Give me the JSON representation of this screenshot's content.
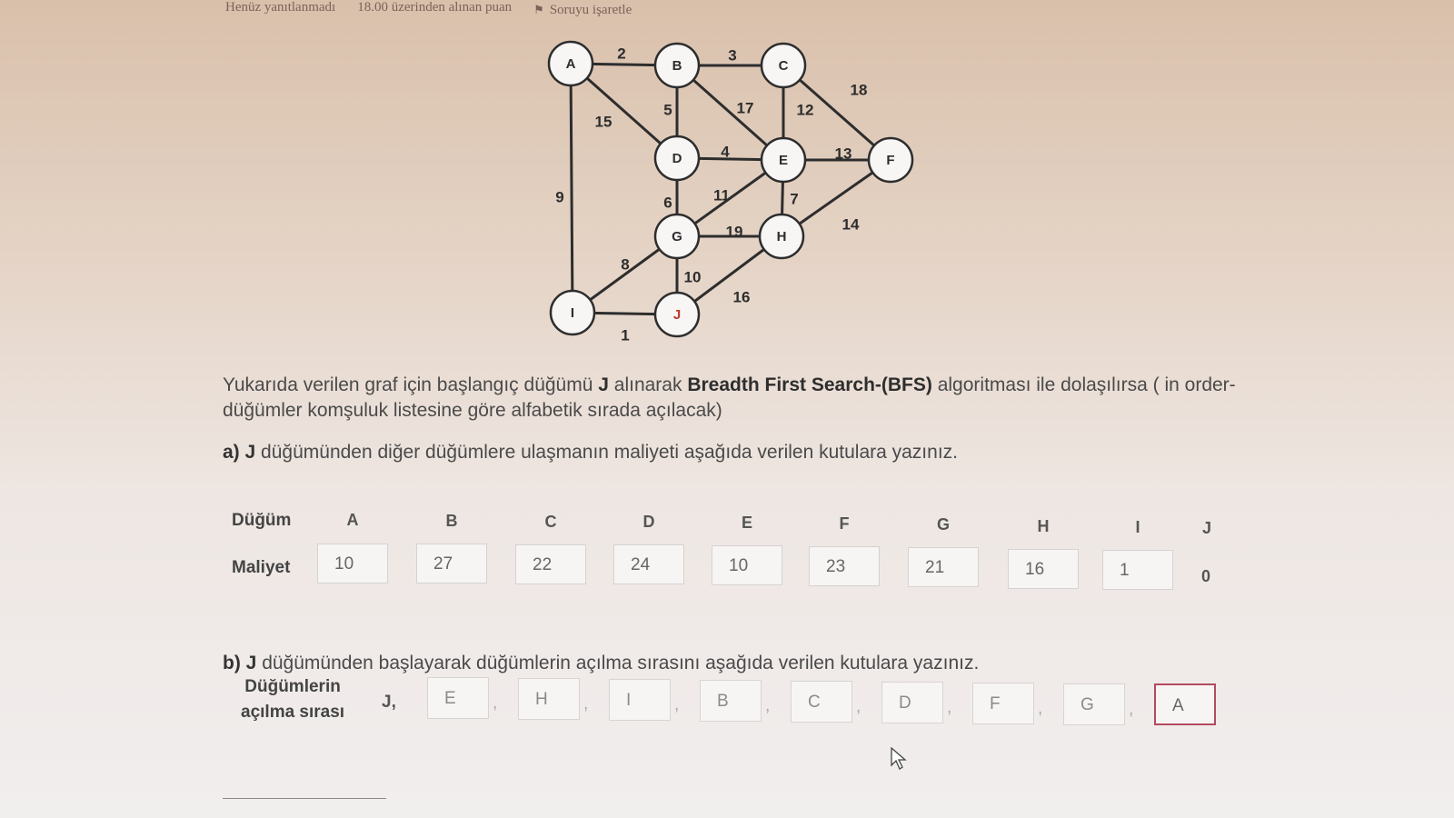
{
  "status": {
    "answer_state": "Henüz yanıtlanmadı",
    "points": "18.00 üzerinden alınan puan",
    "flag_label": "Soruyu işaretle"
  },
  "graph": {
    "nodes": [
      "A",
      "B",
      "C",
      "D",
      "E",
      "F",
      "G",
      "H",
      "I",
      "J"
    ],
    "edges": [
      {
        "from": "A",
        "to": "B",
        "weight": "2"
      },
      {
        "from": "B",
        "to": "C",
        "weight": "3"
      },
      {
        "from": "C",
        "to": "F",
        "weight": "18"
      },
      {
        "from": "A",
        "to": "D",
        "weight": "15"
      },
      {
        "from": "B",
        "to": "D",
        "weight": "5"
      },
      {
        "from": "B",
        "to": "E",
        "weight": "17"
      },
      {
        "from": "C",
        "to": "E",
        "weight": "12"
      },
      {
        "from": "D",
        "to": "E",
        "weight": "4"
      },
      {
        "from": "E",
        "to": "F",
        "weight": "13"
      },
      {
        "from": "A",
        "to": "I",
        "weight": "9"
      },
      {
        "from": "D",
        "to": "G",
        "weight": "6"
      },
      {
        "from": "G",
        "to": "E",
        "weight": "11"
      },
      {
        "from": "E",
        "to": "H",
        "weight": "7"
      },
      {
        "from": "G",
        "to": "H",
        "weight": "19"
      },
      {
        "from": "H",
        "to": "F",
        "weight": "14"
      },
      {
        "from": "I",
        "to": "G",
        "weight": "8"
      },
      {
        "from": "G",
        "to": "J",
        "weight": "10"
      },
      {
        "from": "J",
        "to": "H",
        "weight": "16"
      },
      {
        "from": "I",
        "to": "J",
        "weight": "1"
      }
    ]
  },
  "question": {
    "text_pre": "Yukarıda verilen graf için başlangıç düğümü ",
    "start_node": "J",
    "text_mid": " alınarak ",
    "algorithm": "Breadth First Search-(BFS)",
    "text_post": " algoritması ile dolaşılırsa ( in order-düğümler komşuluk listesine göre alfabetik sırada açılacak)"
  },
  "part_a": {
    "label": "a)",
    "node": "J",
    "text": " düğümünden diğer düğümlere ulaşmanın maliyeti aşağıda verilen kutulara yazınız."
  },
  "cost_table": {
    "node_label": "Düğüm",
    "cost_label": "Maliyet",
    "headers": [
      "A",
      "B",
      "C",
      "D",
      "E",
      "F",
      "G",
      "H",
      "I",
      "J"
    ],
    "values": [
      "10",
      "27",
      "22",
      "24",
      "10",
      "23",
      "21",
      "16",
      "1"
    ],
    "j_value": "0"
  },
  "part_b": {
    "label": "b)",
    "node": "J",
    "text": " düğümünden  başlayarak düğümlerin açılma sırasını aşağıda verilen kutulara yazınız."
  },
  "order": {
    "label_line1": "Düğümlerin",
    "label_line2": "açılma sırası",
    "prefix": "J,",
    "values": [
      "E",
      "H",
      "I",
      "B",
      "C",
      "D",
      "F",
      "G",
      "A"
    ],
    "separator": ","
  }
}
